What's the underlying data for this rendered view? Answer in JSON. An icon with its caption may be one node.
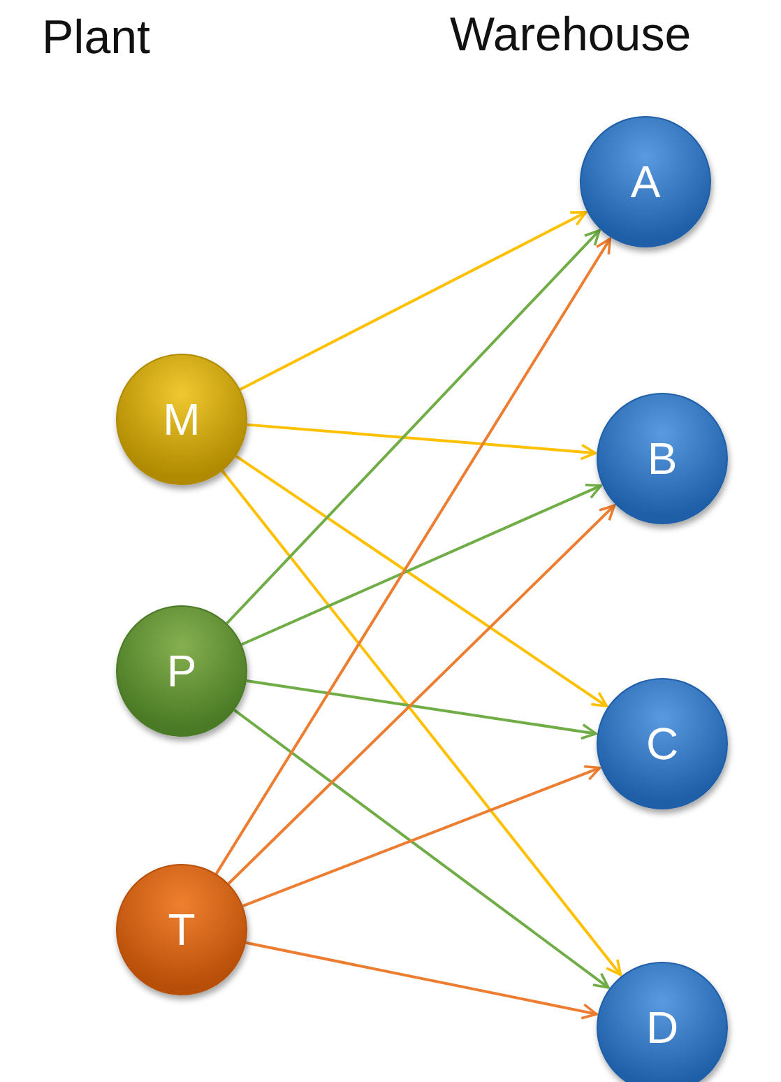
{
  "diagram": {
    "nodes": [
      {
        "text": [
          "M"
        ]
      },
      {
        "text": [
          "P"
        ]
      },
      {
        "text": [
          "T"
        ]
      },
      {
        "text": [
          "A"
        ]
      },
      {
        "text": [
          "B"
        ]
      },
      {
        "text": [
          "C"
        ]
      },
      {
        "text": [
          "D"
        ]
      }
    ],
    "edges": [
      {
        "from": 0,
        "to": 3,
        "arrow": "to",
        "color": "#ffc000"
      },
      {
        "from": 0,
        "to": 4,
        "arrow": "to",
        "color": "#ffc000"
      },
      {
        "from": 0,
        "to": 5,
        "arrow": "to",
        "color": "#ffc000"
      },
      {
        "from": 0,
        "to": 6,
        "arrow": "to",
        "color": "#ffc000"
      },
      {
        "from": 1,
        "to": 3,
        "arrow": "to",
        "color": "#70ad47"
      },
      {
        "from": 1,
        "to": 4,
        "arrow": "to",
        "color": "#70ad47"
      },
      {
        "from": 1,
        "to": 5,
        "arrow": "to",
        "color": "#70ad47"
      },
      {
        "from": 1,
        "to": 6,
        "arrow": "to",
        "color": "#70ad47"
      },
      {
        "from": 2,
        "to": 3,
        "arrow": "to",
        "color": "#ed7d31"
      },
      {
        "from": 2,
        "to": 4,
        "arrow": "to",
        "color": "#ed7d31"
      },
      {
        "from": 2,
        "to": 5,
        "arrow": "to",
        "color": "#ed7d31"
      },
      {
        "from": 2,
        "to": 6,
        "arrow": "to",
        "color": "#ed7d31"
      }
    ],
    "labels": [
      "Plant",
      "Warehouse"
    ]
  }
}
